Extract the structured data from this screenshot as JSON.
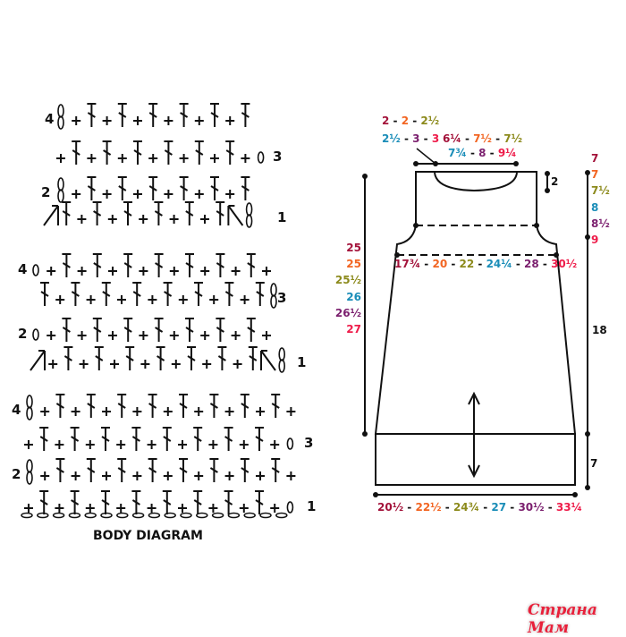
{
  "palette": [
    "#a3123a",
    "#f26522",
    "#8c8a1c",
    "#1a8db8",
    "#7b1f6e",
    "#ee1c4a"
  ],
  "stitch_diagram": {
    "title": "BODY DIAGRAM",
    "blocks": [
      {
        "row_labels": [
          "4",
          "3",
          "2",
          "1"
        ]
      },
      {
        "row_labels": [
          "4",
          "3",
          "2",
          "1"
        ]
      },
      {
        "row_labels": [
          "4",
          "3",
          "2",
          "1"
        ]
      }
    ]
  },
  "schematic": {
    "shoulder": {
      "values": [
        "2",
        "2",
        "2½"
      ],
      "start_color": 0
    },
    "neck_edge": {
      "values": [
        "2½",
        "3",
        "3"
      ],
      "start_color": 3
    },
    "neck_width_a": {
      "values": [
        "6¼",
        "7½",
        "7½"
      ],
      "start_color": 0
    },
    "neck_width_b": {
      "values": [
        "7¾",
        "8",
        "9¼"
      ],
      "start_color": 3
    },
    "neck_depth": "2",
    "armhole_depth": {
      "values": [
        "7",
        "7",
        "7½",
        "8",
        "8½",
        "9"
      ],
      "start_color": 0
    },
    "body_length": {
      "values": [
        "25",
        "25",
        "25½",
        "26",
        "26½",
        "27"
      ],
      "start_color": 0
    },
    "chest_width": {
      "values": [
        "17¾",
        "20",
        "22",
        "24¼",
        "28",
        "30½"
      ],
      "start_color": 0
    },
    "skirt_length": "18",
    "hem_depth": "7",
    "hem_width": {
      "values": [
        "20½",
        "22½",
        "24¾",
        "27",
        "30½",
        "33¼"
      ],
      "start_color": 0
    }
  },
  "watermark": "Страна Мам"
}
